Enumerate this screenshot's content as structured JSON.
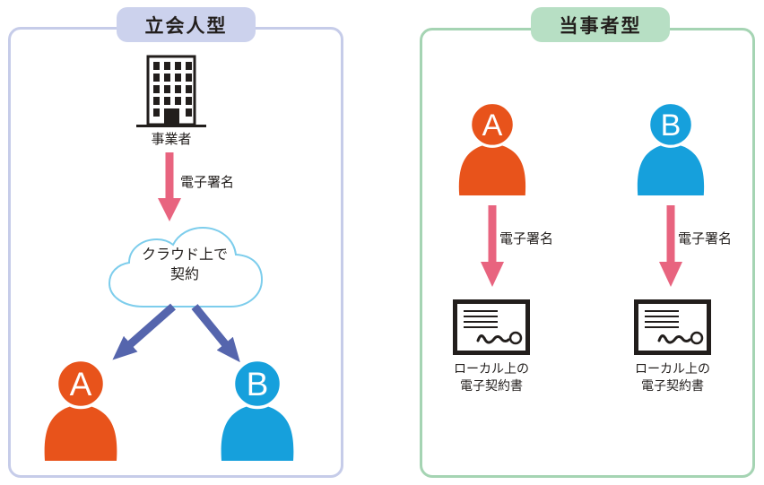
{
  "colors": {
    "orange": "#e8531b",
    "blue": "#16a0dc",
    "pink": "#e8647f",
    "indigo": "#5565ad",
    "lavender_border": "#c6cce9",
    "lavender_fill": "#ccd2ed",
    "green_border": "#a5d4b3",
    "green_fill": "#b7dfc4",
    "cloud_stroke": "#7dcdec",
    "ink": "#221e1c"
  },
  "left_panel": {
    "title": "立会人型",
    "business_label": "事業者",
    "esign_label": "電子署名",
    "cloud_line1": "クラウド上で",
    "cloud_line2": "契約",
    "person_a_letter": "A",
    "person_b_letter": "B"
  },
  "right_panel": {
    "title": "当事者型",
    "actors": [
      {
        "letter": "A",
        "esign_label": "電子署名",
        "doc_line1": "ローカル上の",
        "doc_line2": "電子契約書"
      },
      {
        "letter": "B",
        "esign_label": "電子署名",
        "doc_line1": "ローカル上の",
        "doc_line2": "電子契約書"
      }
    ]
  }
}
